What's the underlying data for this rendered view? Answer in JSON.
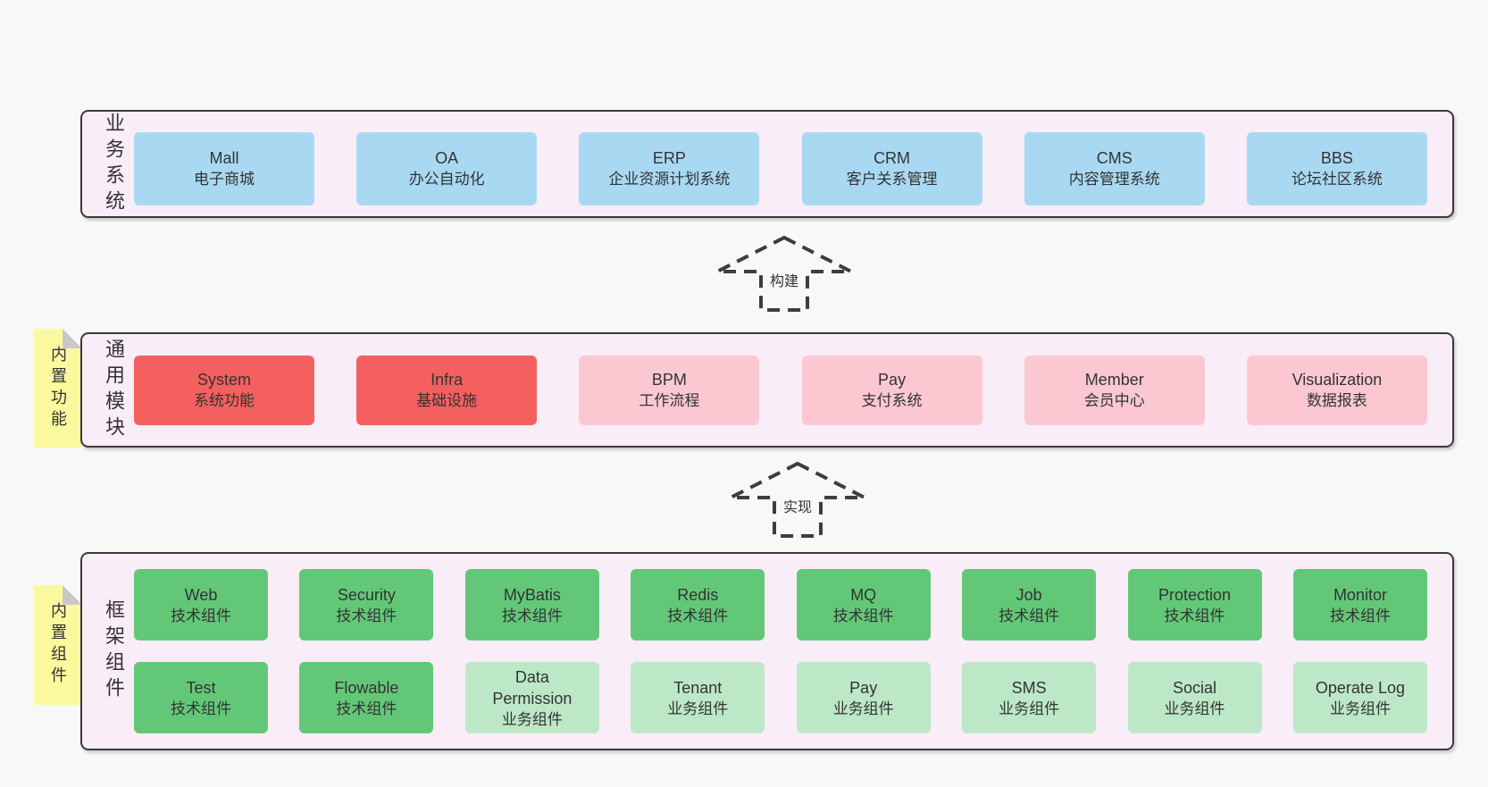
{
  "colors": {
    "page_bg": "#f8f8f8",
    "band_bg": "#f9edf7",
    "band_border": "#3a3a3a",
    "blue_box": "#a9d9f2",
    "red_box": "#f4605f",
    "pink_box": "#fbc8d2",
    "green_box": "#62c878",
    "light_green_box": "#bde8c7",
    "sticky_bg": "#fbf99e",
    "sticky_fold": "#c8c8c8",
    "text": "#333333"
  },
  "bands": [
    {
      "label": "业务系统",
      "rows": [
        [
          {
            "name": "Mall",
            "sub": "电子商城"
          },
          {
            "name": "OA",
            "sub": "办公自动化"
          },
          {
            "name": "ERP",
            "sub": "企业资源计划系统"
          },
          {
            "name": "CRM",
            "sub": "客户关系管理"
          },
          {
            "name": "CMS",
            "sub": "内容管理系统"
          },
          {
            "name": "BBS",
            "sub": "论坛社区系统"
          }
        ]
      ]
    },
    {
      "label": "通用模块",
      "sticky": "内置功能",
      "rows": [
        [
          {
            "name": "System",
            "sub": "系统功能"
          },
          {
            "name": "Infra",
            "sub": "基础设施"
          },
          {
            "name": "BPM",
            "sub": "工作流程"
          },
          {
            "name": "Pay",
            "sub": "支付系统"
          },
          {
            "name": "Member",
            "sub": "会员中心"
          },
          {
            "name": "Visualization",
            "sub": "数据报表"
          }
        ]
      ]
    },
    {
      "label": "框架组件",
      "sticky": "内置组件",
      "rows": [
        [
          {
            "name": "Web",
            "sub": "技术组件"
          },
          {
            "name": "Security",
            "sub": "技术组件"
          },
          {
            "name": "MyBatis",
            "sub": "技术组件"
          },
          {
            "name": "Redis",
            "sub": "技术组件"
          },
          {
            "name": "MQ",
            "sub": "技术组件"
          },
          {
            "name": "Job",
            "sub": "技术组件"
          },
          {
            "name": "Protection",
            "sub": "技术组件"
          },
          {
            "name": "Monitor",
            "sub": "技术组件"
          }
        ],
        [
          {
            "name": "Test",
            "sub": "技术组件"
          },
          {
            "name": "Flowable",
            "sub": "技术组件"
          },
          {
            "name": "Data Permission",
            "sub": "业务组件"
          },
          {
            "name": "Tenant",
            "sub": "业务组件"
          },
          {
            "name": "Pay",
            "sub": "业务组件"
          },
          {
            "name": "SMS",
            "sub": "业务组件"
          },
          {
            "name": "Social",
            "sub": "业务组件"
          },
          {
            "name": "Operate Log",
            "sub": "业务组件"
          }
        ]
      ]
    }
  ],
  "arrows": [
    {
      "label": "构建"
    },
    {
      "label": "实现"
    }
  ]
}
